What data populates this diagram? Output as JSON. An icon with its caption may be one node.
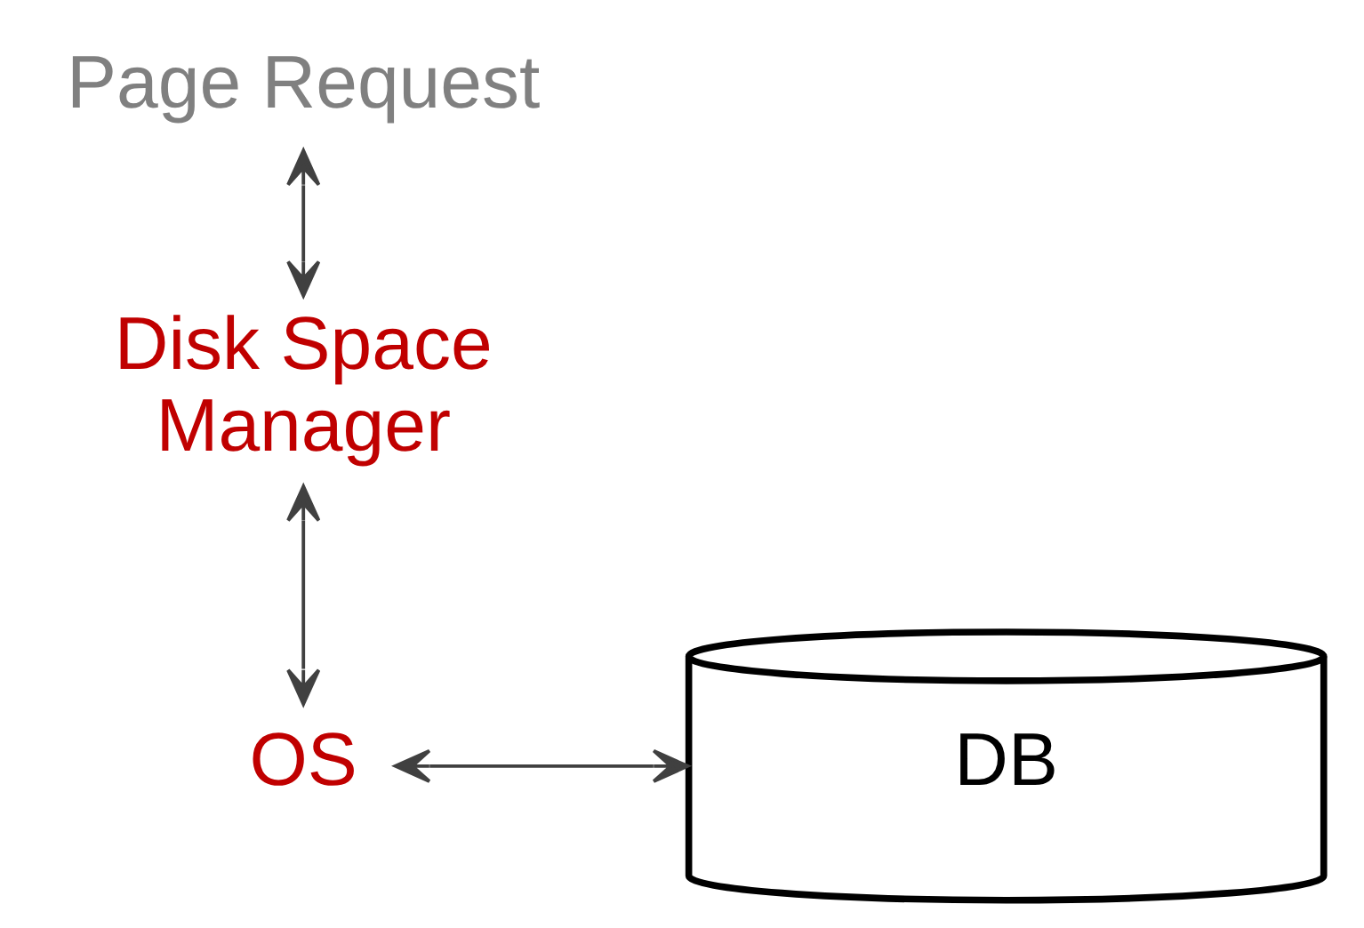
{
  "diagram": {
    "nodes": [
      {
        "text": [
          "Page Request"
        ]
      },
      {
        "text": [
          "Disk Space Manager"
        ]
      },
      {
        "text": [
          "OS"
        ]
      },
      {
        "text": [
          "DB"
        ]
      }
    ],
    "edges": [
      {
        "from": 0,
        "to": 1,
        "arrow": "both"
      },
      {
        "from": 1,
        "to": 2,
        "arrow": "both"
      },
      {
        "from": 2,
        "to": 3,
        "arrow": "both"
      }
    ]
  }
}
